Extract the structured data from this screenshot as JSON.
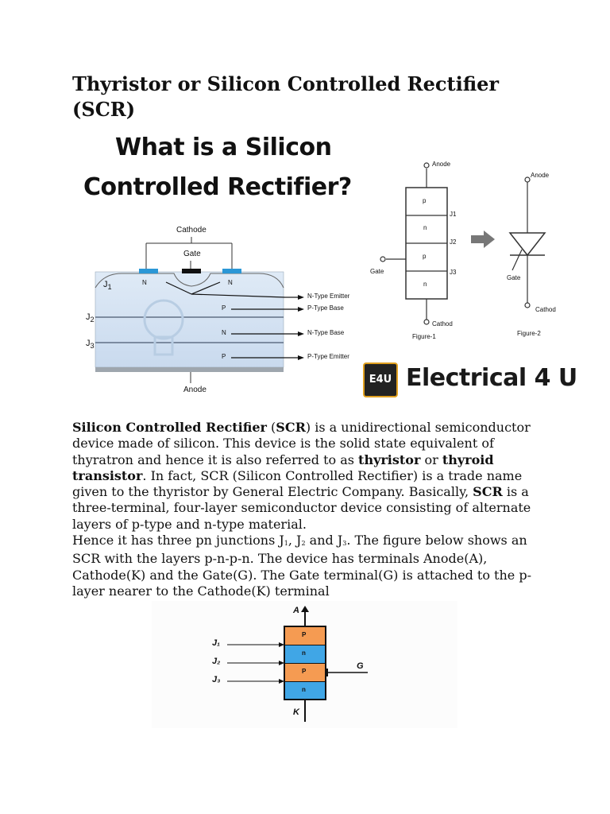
{
  "title": "Thyristor or Silicon Controlled Rectifier (SCR)",
  "hero": {
    "heading_line1": "What is a Silicon",
    "heading_line2": "Controlled Rectifier?",
    "cross_section": {
      "cathode": "Cathode",
      "gate": "Gate",
      "anode": "Anode",
      "j1": "J",
      "j1_sub": "1",
      "j2": "J",
      "j2_sub": "2",
      "j3": "J",
      "j3_sub": "3",
      "n_left": "N",
      "n_right": "N",
      "layer_p1": "P",
      "layer_n": "N",
      "layer_p2": "P",
      "label_n_emitter": "N-Type Emitter",
      "label_p_base": "P-Type Base",
      "label_n_base": "N-Type Base",
      "label_p_emitter": "P-Type Emitter"
    },
    "figure1": {
      "anode": "Anode",
      "cathode": "Cathod",
      "gate": "Gate",
      "layers": [
        "p",
        "n",
        "p",
        "n"
      ],
      "junctions": [
        "J1",
        "J2",
        "J3"
      ],
      "caption": "Figure-1"
    },
    "figure2": {
      "anode": "Anode",
      "cathode": "Cathod",
      "gate": "Gate",
      "caption": "Figure-2"
    },
    "brand": {
      "chip": "E4U",
      "name": "Electrical 4 U"
    }
  },
  "body": {
    "p1_bold1": "Silicon Controlled Rectifier",
    "p1_t1": " (",
    "p1_bold2": "SCR",
    "p1_t2": ") is a unidirectional semiconductor device made of silicon. This device is the solid state equivalent of thyratron and hence it is also referred to as ",
    "p1_bold3": "thyristor",
    "p1_t3": " or ",
    "p1_bold4": "thyroid transistor",
    "p1_t4": ". In fact, SCR (Silicon Controlled Rectifier) is a trade name given to the thyristor by General Electric Company. Basically, ",
    "p1_bold5": "SCR",
    "p1_t5": " is a three-terminal, four-layer semiconductor device consisting of alternate layers of p-type and n-type material.",
    "p2_t1": "Hence it has three pn junctions J",
    "p2_s1": "1",
    "p2_t2": ", J",
    "p2_s2": "2",
    "p2_t3": " and J",
    "p2_s3": "3",
    "p2_t4": ". The figure below shows an SCR with the layers p-n-p-n. The device has terminals Anode(A), Cathode(K) and the Gate(G). The Gate terminal(G) is attached to the p-layer nearer to the Cathode(K) terminal"
  },
  "figure_bottom": {
    "a": "A",
    "k": "K",
    "g": "G",
    "j1": "J₁",
    "j2": "J₂",
    "j3": "J₃",
    "layers": [
      "P",
      "n",
      "P",
      "n"
    ]
  }
}
